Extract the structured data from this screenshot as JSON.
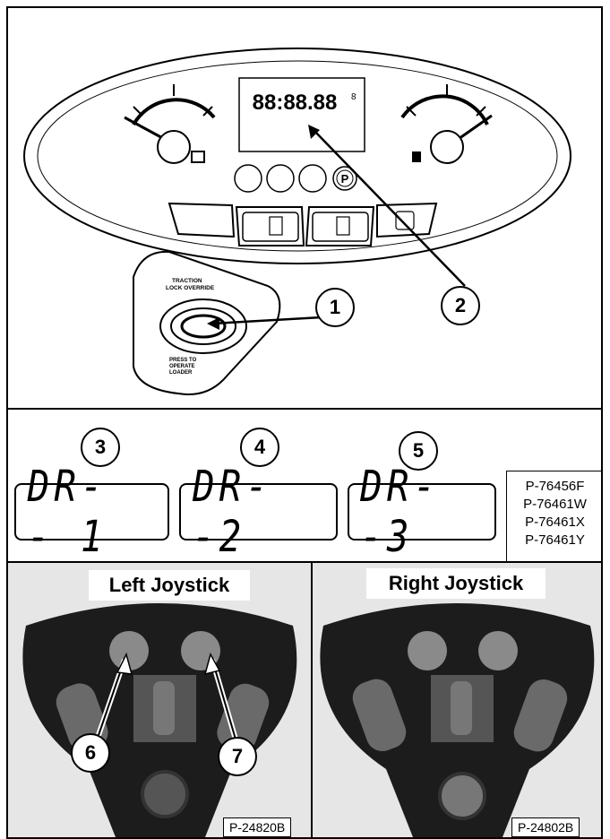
{
  "panel": {
    "display_digits": "88:88.88",
    "display_small": "8",
    "keypad": {
      "traction_lock_label": "TRACTION\nLOCK OVERRIDE",
      "press_to_operate_label": "PRESS TO\nOPERATE\nLOADER"
    }
  },
  "callouts": [
    "1",
    "2",
    "3",
    "4",
    "5",
    "6",
    "7"
  ],
  "lcd_readouts": [
    "DR- - 1",
    "DR- -2",
    "DR- -3"
  ],
  "part_numbers": [
    "P-76456F",
    "P-76461W",
    "P-76461X",
    "P-76461Y"
  ],
  "joysticks": {
    "left_title": "Left Joystick",
    "right_title": "Right Joystick",
    "left_code": "P-24820B",
    "right_code": "P-24802B"
  }
}
